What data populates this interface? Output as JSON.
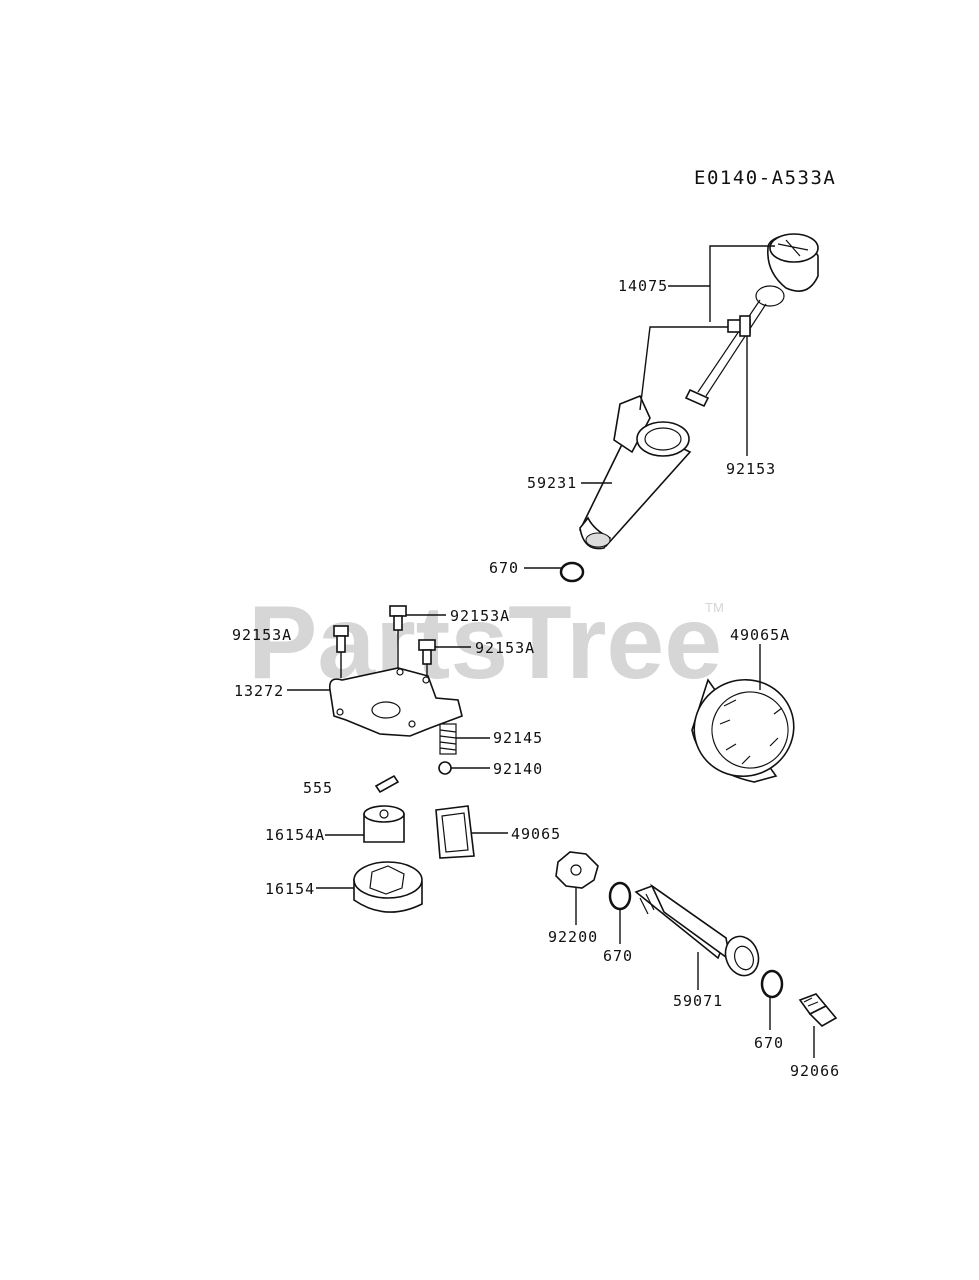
{
  "diagram_code": "E0140-A533A",
  "watermark": {
    "text": "PartsTree",
    "trademark": "TM"
  },
  "callouts": [
    {
      "id": "c14075",
      "label": "14075"
    },
    {
      "id": "c92153",
      "label": "92153"
    },
    {
      "id": "c59231",
      "label": "59231"
    },
    {
      "id": "c670a",
      "label": "670"
    },
    {
      "id": "c92153A1",
      "label": "92153A"
    },
    {
      "id": "c92153A2",
      "label": "92153A"
    },
    {
      "id": "c92153A3",
      "label": "92153A"
    },
    {
      "id": "c13272",
      "label": "13272"
    },
    {
      "id": "c92145",
      "label": "92145"
    },
    {
      "id": "c92140",
      "label": "92140"
    },
    {
      "id": "c555",
      "label": "555"
    },
    {
      "id": "c16154A",
      "label": "16154A"
    },
    {
      "id": "c49065",
      "label": "49065"
    },
    {
      "id": "c16154",
      "label": "16154"
    },
    {
      "id": "c49065A",
      "label": "49065A"
    },
    {
      "id": "c92200",
      "label": "92200"
    },
    {
      "id": "c670b",
      "label": "670"
    },
    {
      "id": "c59071",
      "label": "59071"
    },
    {
      "id": "c670c",
      "label": "670"
    },
    {
      "id": "c92066",
      "label": "92066"
    }
  ]
}
